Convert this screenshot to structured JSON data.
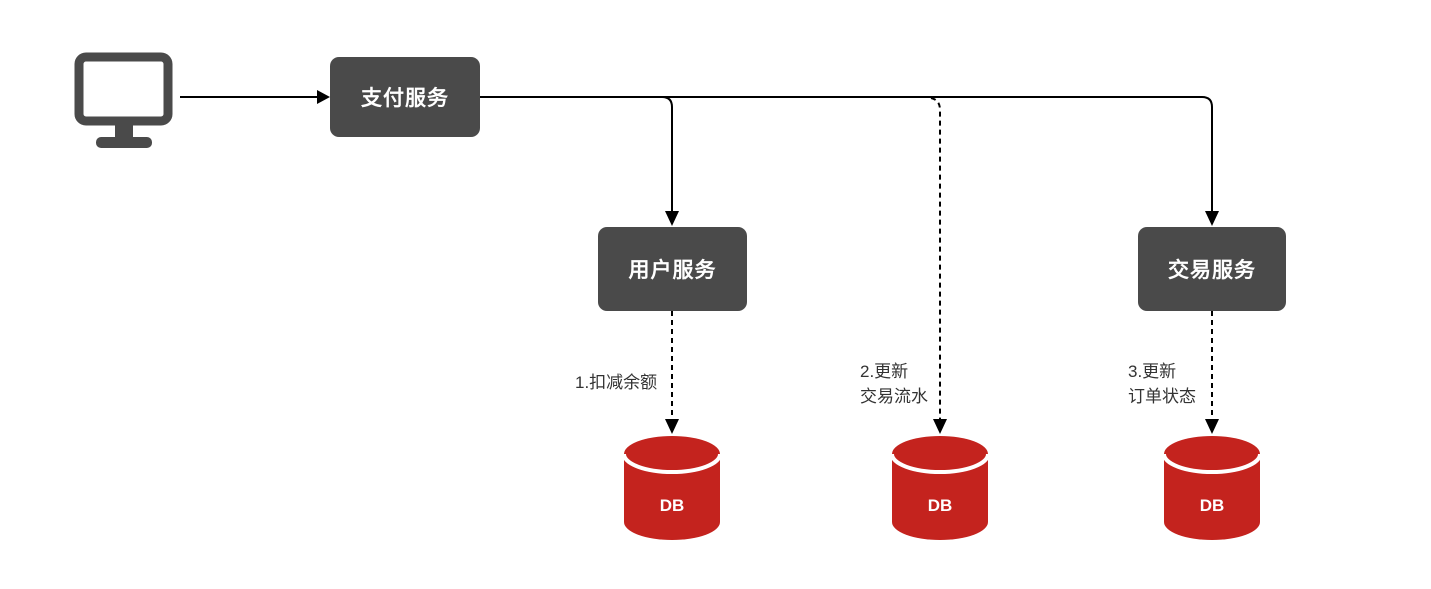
{
  "diagram": {
    "title": "payment-service-db-flow",
    "colors": {
      "node_fill": "#4A4A4A",
      "node_text": "#ffffff",
      "db_fill": "#C4231E",
      "db_text": "#ffffff",
      "line": "#000000",
      "label_text": "#333333",
      "background": "#ffffff"
    },
    "icons": {
      "client": "monitor-icon"
    },
    "nodes": [
      {
        "id": "payment",
        "label": "支付服务"
      },
      {
        "id": "user",
        "label": "用户服务"
      },
      {
        "id": "trade",
        "label": "交易服务"
      }
    ],
    "databases": [
      {
        "label": "DB"
      },
      {
        "label": "DB"
      },
      {
        "label": "DB"
      }
    ],
    "edge_labels": [
      {
        "label": "1.扣减余额"
      },
      {
        "label": "2.更新\n交易流水"
      },
      {
        "label": "3.更新\n订单状态"
      }
    ]
  }
}
